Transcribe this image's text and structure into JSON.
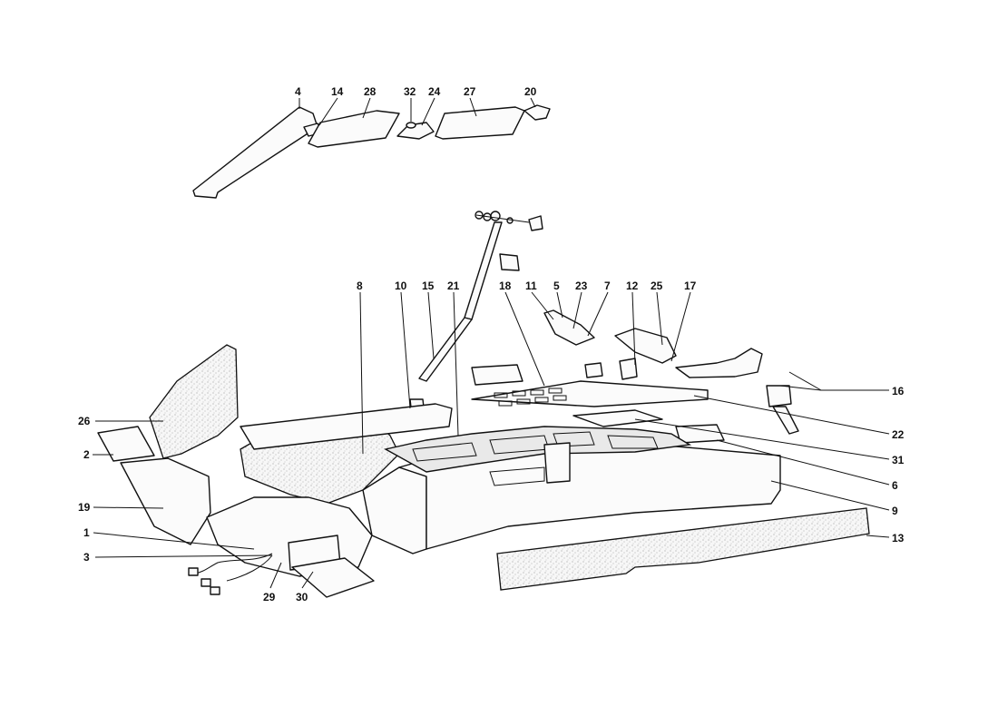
{
  "callouts": [
    {
      "id": "c4",
      "label": "4"
    },
    {
      "id": "c14",
      "label": "14"
    },
    {
      "id": "c28",
      "label": "28"
    },
    {
      "id": "c32",
      "label": "32"
    },
    {
      "id": "c24",
      "label": "24"
    },
    {
      "id": "c27",
      "label": "27"
    },
    {
      "id": "c20",
      "label": "20"
    },
    {
      "id": "c8",
      "label": "8"
    },
    {
      "id": "c10",
      "label": "10"
    },
    {
      "id": "c15",
      "label": "15"
    },
    {
      "id": "c21",
      "label": "21"
    },
    {
      "id": "c18",
      "label": "18"
    },
    {
      "id": "c11",
      "label": "11"
    },
    {
      "id": "c5",
      "label": "5"
    },
    {
      "id": "c23",
      "label": "23"
    },
    {
      "id": "c7",
      "label": "7"
    },
    {
      "id": "c12",
      "label": "12"
    },
    {
      "id": "c25",
      "label": "25"
    },
    {
      "id": "c17",
      "label": "17"
    },
    {
      "id": "c16",
      "label": "16"
    },
    {
      "id": "c22",
      "label": "22"
    },
    {
      "id": "c31",
      "label": "31"
    },
    {
      "id": "c6",
      "label": "6"
    },
    {
      "id": "c9",
      "label": "9"
    },
    {
      "id": "c13",
      "label": "13"
    },
    {
      "id": "c26",
      "label": "26"
    },
    {
      "id": "c2",
      "label": "2"
    },
    {
      "id": "c19",
      "label": "19"
    },
    {
      "id": "c1",
      "label": "1"
    },
    {
      "id": "c3",
      "label": "3"
    },
    {
      "id": "c29",
      "label": "29"
    },
    {
      "id": "c30",
      "label": "30"
    }
  ]
}
